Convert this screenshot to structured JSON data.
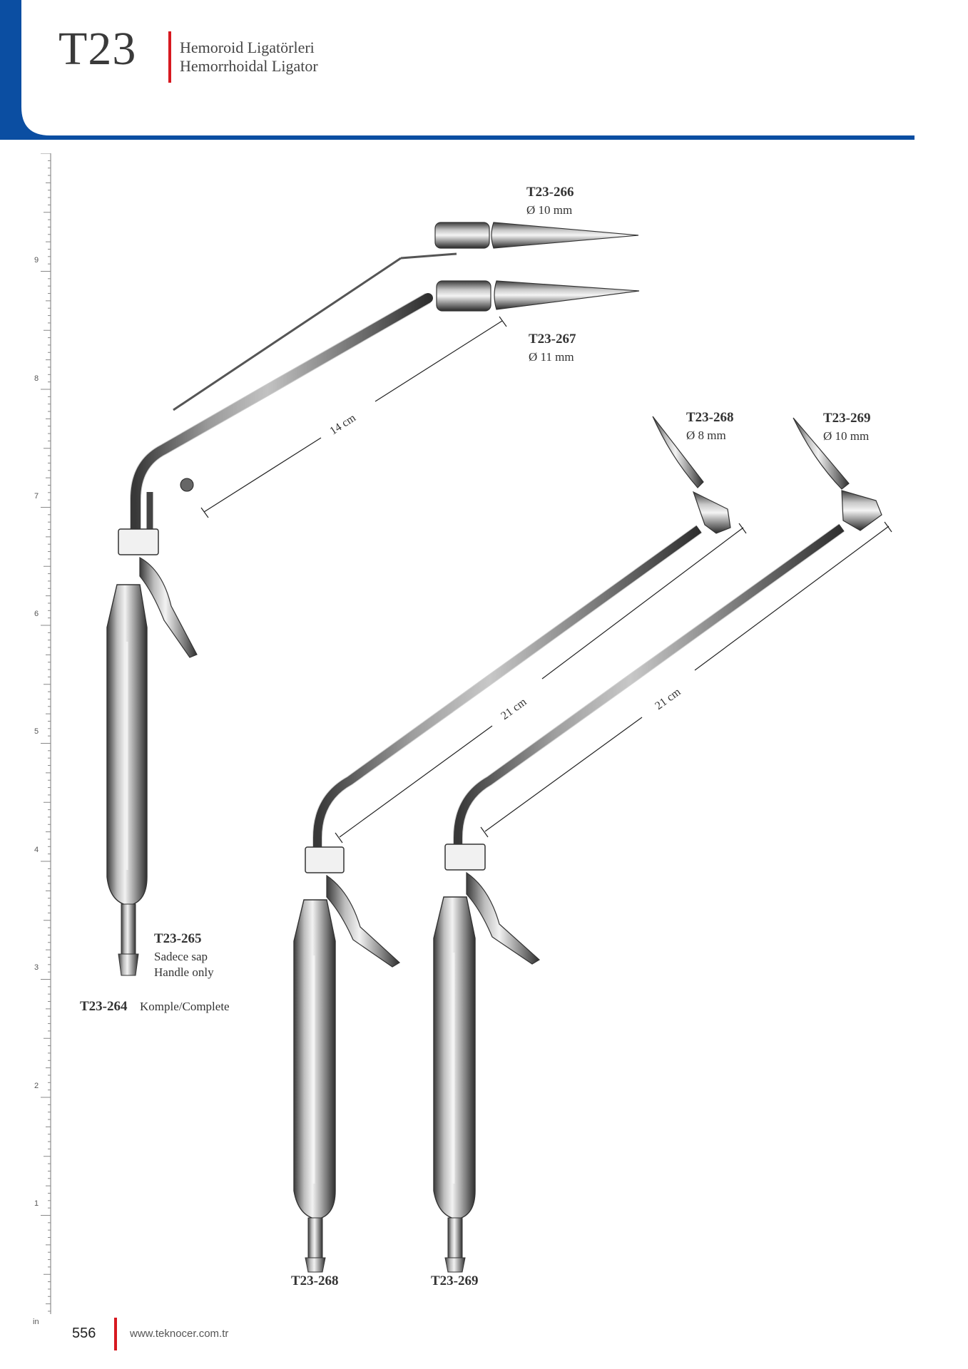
{
  "header": {
    "code": "T23",
    "title_tr": "Hemoroid Ligatörleri",
    "title_en": "Hemorrhoidal Ligator",
    "accent_color": "#0b4ea2",
    "red_color": "#d71920"
  },
  "ruler": {
    "labels": [
      "9",
      "8",
      "7",
      "6",
      "5",
      "4",
      "3",
      "2",
      "1"
    ],
    "unit": "in"
  },
  "products": {
    "p266": {
      "code": "T23-266",
      "diameter": "Ø  10 mm"
    },
    "p267": {
      "code": "T23-267",
      "diameter": "Ø  11 mm"
    },
    "p268_tip": {
      "code": "T23-268",
      "diameter": "Ø  8 mm"
    },
    "p269_tip": {
      "code": "T23-269",
      "diameter": "Ø  10 mm"
    },
    "p265": {
      "code": "T23-265",
      "desc_tr": "Sadece sap",
      "desc_en": "Handle only"
    },
    "p264": {
      "code": "T23-264",
      "desc": "Komple/Complete"
    },
    "p268_bottom": {
      "code": "T23-268"
    },
    "p269_bottom": {
      "code": "T23-269"
    }
  },
  "dimensions": {
    "d1": "14 cm",
    "d2": "21 cm",
    "d3": "21 cm"
  },
  "footer": {
    "page": "556",
    "url": "www.teknocer.com.tr"
  }
}
